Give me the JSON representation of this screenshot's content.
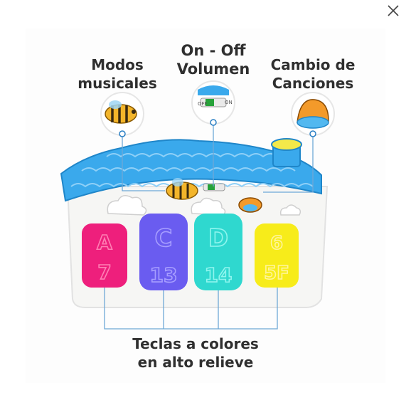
{
  "viewer": {
    "close_icon": "close-icon"
  },
  "labels": {
    "modos_line1": "Modos",
    "modos_line2": "musicales",
    "onoff_line1": "On - Off",
    "onoff_line2": "Volumen",
    "cambio_line1": "Cambio de",
    "cambio_line2": "Canciones",
    "teclas_line1": "Teclas a colores",
    "teclas_line2": "en alto relieve"
  },
  "switch_text": {
    "off": "OFF",
    "on": "ON"
  },
  "keys": [
    {
      "chars_top": "A",
      "chars_bottom": "7",
      "color": "#ee1f7c"
    },
    {
      "chars_top": "C",
      "chars_bottom": "13",
      "color": "#6a5cf0"
    },
    {
      "chars_top": "D",
      "chars_bottom": "14",
      "color": "#2fd8cf"
    },
    {
      "chars_top": "6",
      "chars_bottom": "5F",
      "color": "#f7ec1a"
    }
  ],
  "colors": {
    "roof": "#3aa9ec",
    "callout_line": "#6ea8d6",
    "label": "#2f2f2f"
  }
}
